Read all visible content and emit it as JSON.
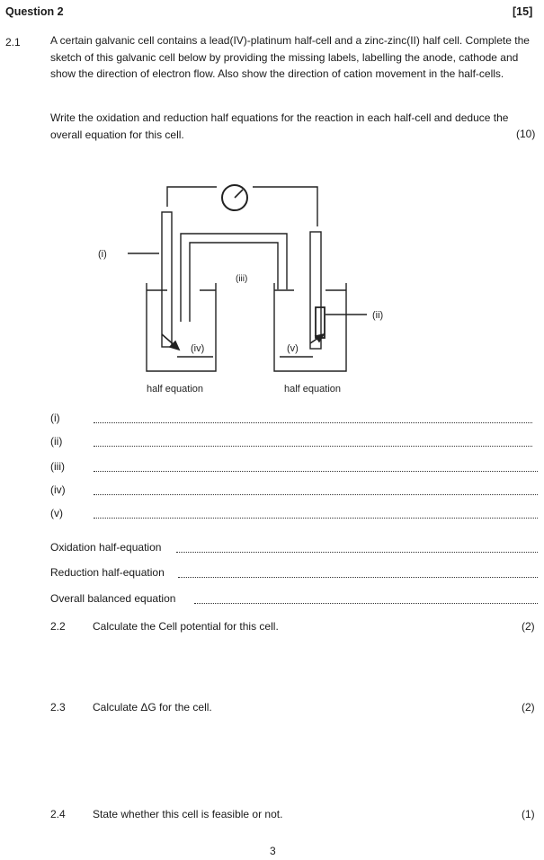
{
  "header": {
    "title": "Question 2",
    "marks": "[15]"
  },
  "q21": {
    "number": "2.1",
    "paragraph1": "A certain galvanic cell contains a lead(IV)-platinum half-cell and a zinc-zinc(II) half cell. Complete the  sketch of this galvanic cell below by providing the missing labels, labelling the anode, cathode and show the direction of electron flow. Also show the direction of cation movement in the half-cells.",
    "paragraph2": "Write the oxidation and reduction half equations for the reaction in each half-cell and deduce the overall equation for this cell.",
    "marks": "(10)"
  },
  "diagram": {
    "label_i": "(i)",
    "label_ii": "(ii)",
    "label_iii": "(iii)",
    "label_iv": "(iv)",
    "label_v": "(v)",
    "left_caption": "half equation",
    "right_caption": "half equation"
  },
  "answer_lines": [
    {
      "label": "(i)"
    },
    {
      "label": "(ii)"
    },
    {
      "label": "(iii)"
    },
    {
      "label": "(iv)"
    },
    {
      "label": "(v)"
    }
  ],
  "equations": {
    "oxidation": "Oxidation half-equation",
    "reduction": "Reduction half-equation",
    "overall": "Overall balanced equation"
  },
  "q22": {
    "number": "2.2",
    "text": "Calculate the Cell potential for this cell.",
    "marks": "(2)"
  },
  "q23": {
    "number": "2.3",
    "text": "Calculate ΔG for the cell.",
    "marks": "(2)"
  },
  "q24": {
    "number": "2.4",
    "text": "State whether this cell is feasible or not.",
    "marks": "(1)"
  },
  "page_number": "3"
}
